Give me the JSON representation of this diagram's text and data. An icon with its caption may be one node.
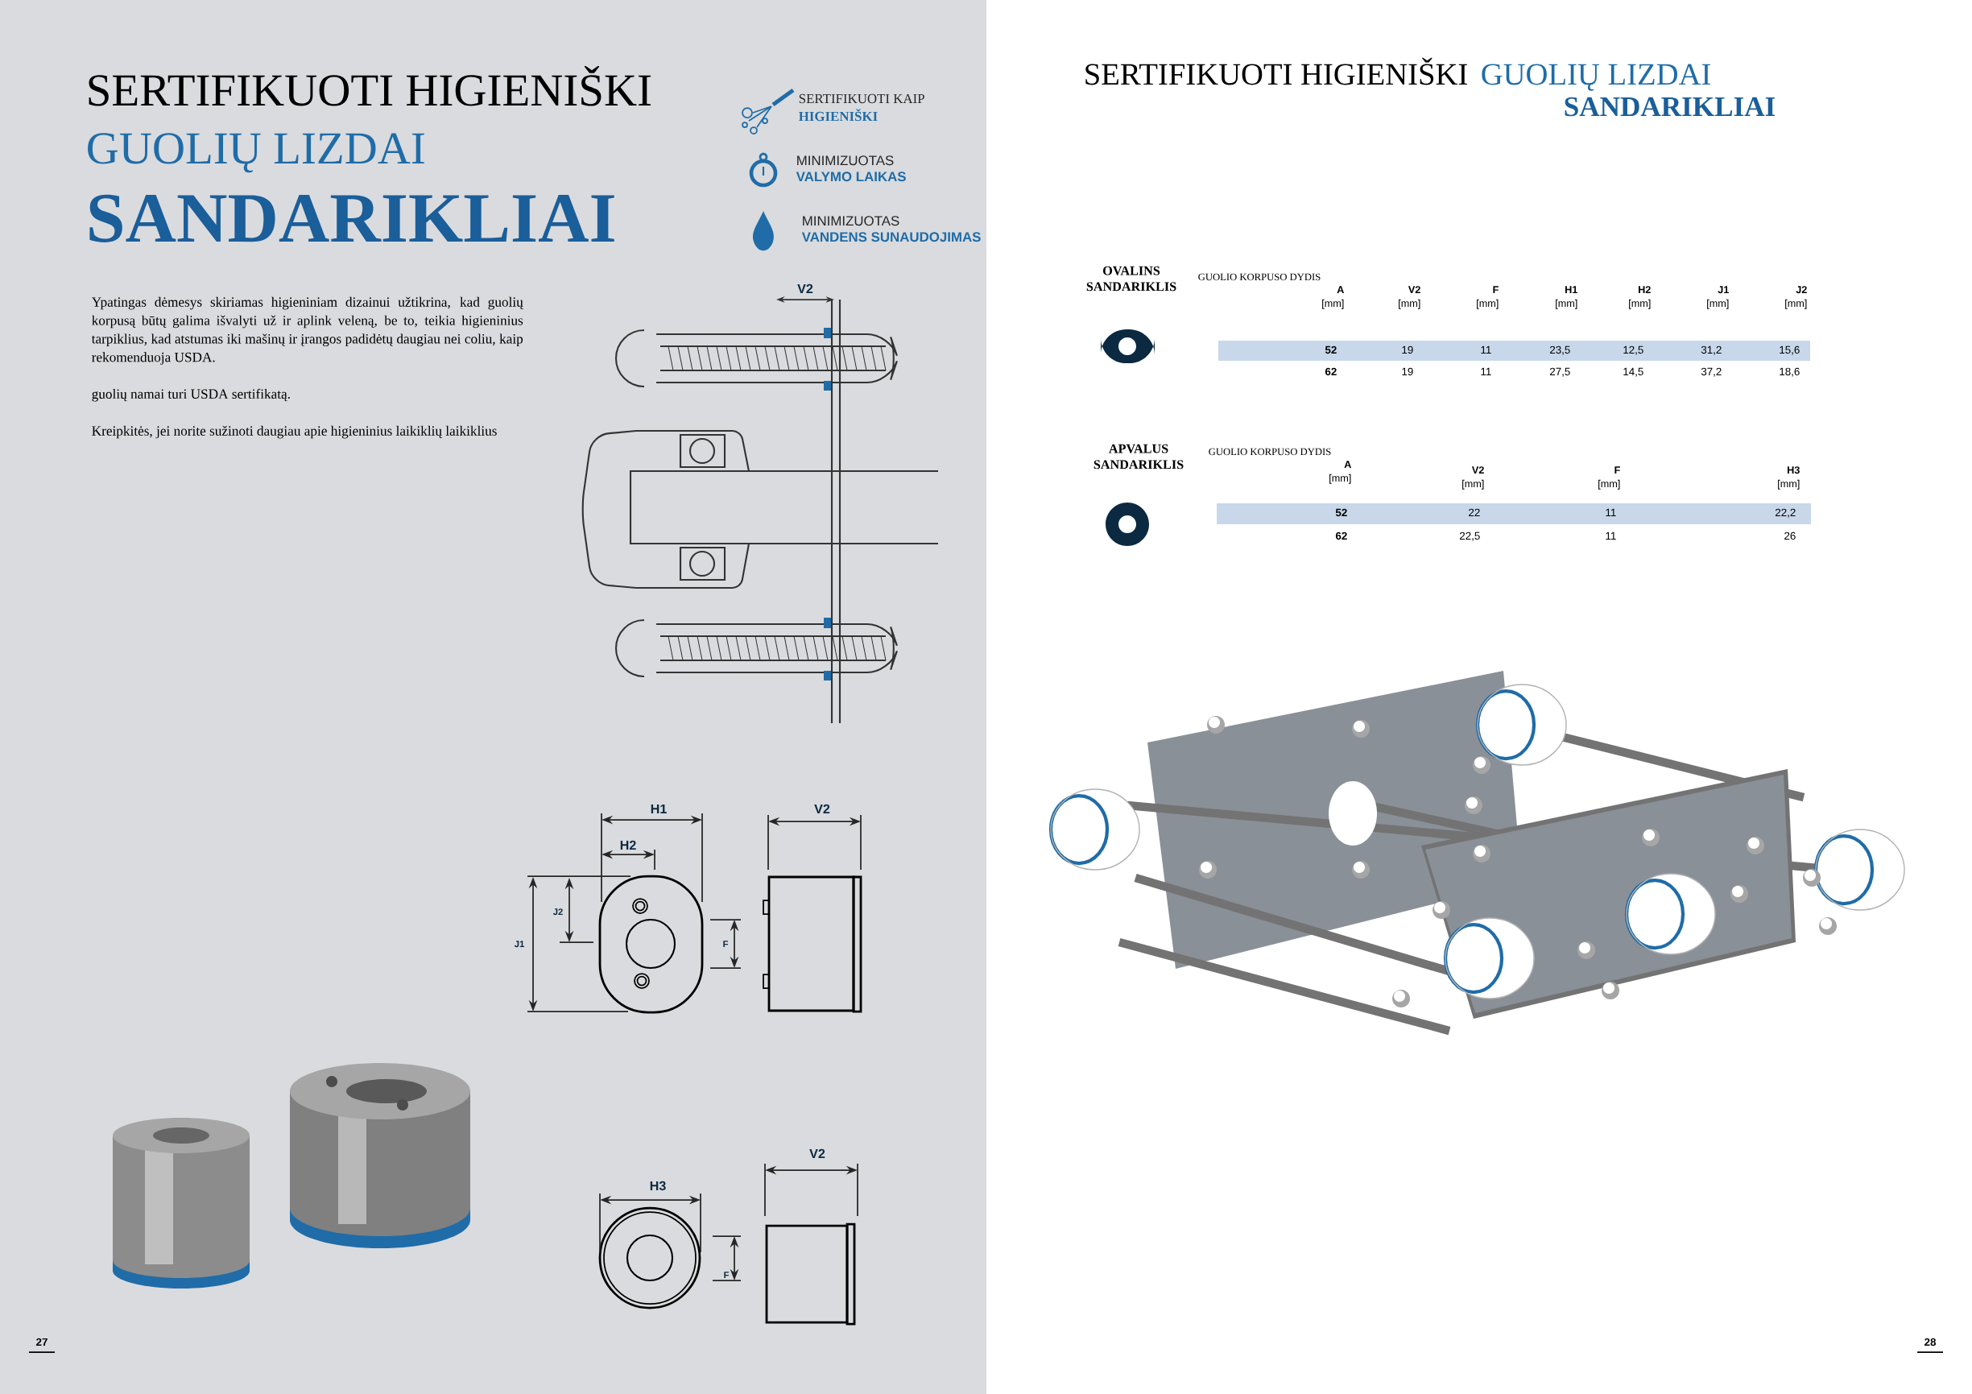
{
  "diagram": {
    "labels": [
      "SERTIFIKUOTI HIGIENIŠKI",
      "GUOLIŲ LIZDAI",
      "SANDARIKLIAI",
      "SERTIFIKUOTI KAIP",
      "HIGIENIŠKI",
      "MINIMIZUOTAS",
      "VALYMO LAIKAS",
      "MINIMIZUOTAS",
      "VANDENS SUNAUDOJIMAS",
      "Ypatingas dėmesys skiriamas higieniniam dizainui užtikrina, kad guolių korpusą būtų galima išvalyti už ir aplink veleną, be to, teikia higieninius tarpiklius, kad atstumas iki mašinų ir įrangos padidėtų daugiau nei coliu, kaip rekomenduoja USDA.",
      "guolių namai turi USDA sertifikatą.",
      "Kreipkitės, jei norite sužinoti daugiau apie higieninius laikiklių laikiklius",
      "V2",
      "H1",
      "H2",
      "V2",
      "J2",
      "J1",
      "F",
      "H3",
      "V2",
      "F",
      "27",
      "SERTIFIKUOTI HIGIENIŠKI",
      "GUOLIŲ LIZDAI",
      "SANDARIKLIAI",
      "OVALINS SANDARIKLIS",
      "GUOLIO KORPUSO DYDIS",
      "A",
      "[mm]",
      "V2",
      "[mm]",
      "F",
      "[mm]",
      "H1",
      "[mm]",
      "H2",
      "[mm]",
      "J1",
      "[mm]",
      "J2",
      "[mm]",
      "52",
      "19",
      "11",
      "23,5",
      "12,5",
      "31,2",
      "15,6",
      "62",
      "19",
      "11",
      "27,5",
      "14,5",
      "37,2",
      "18,6",
      "APVALUS SANDARIKLIS",
      "GUOLIO KORPUSO DYDIS",
      "A",
      "[mm]",
      "V2",
      "[mm]",
      "F",
      "[mm]",
      "H3",
      "[mm]",
      "52",
      "22",
      "11",
      "22,2",
      "62",
      "22,5",
      "11",
      "26",
      "28"
    ]
  }
}
